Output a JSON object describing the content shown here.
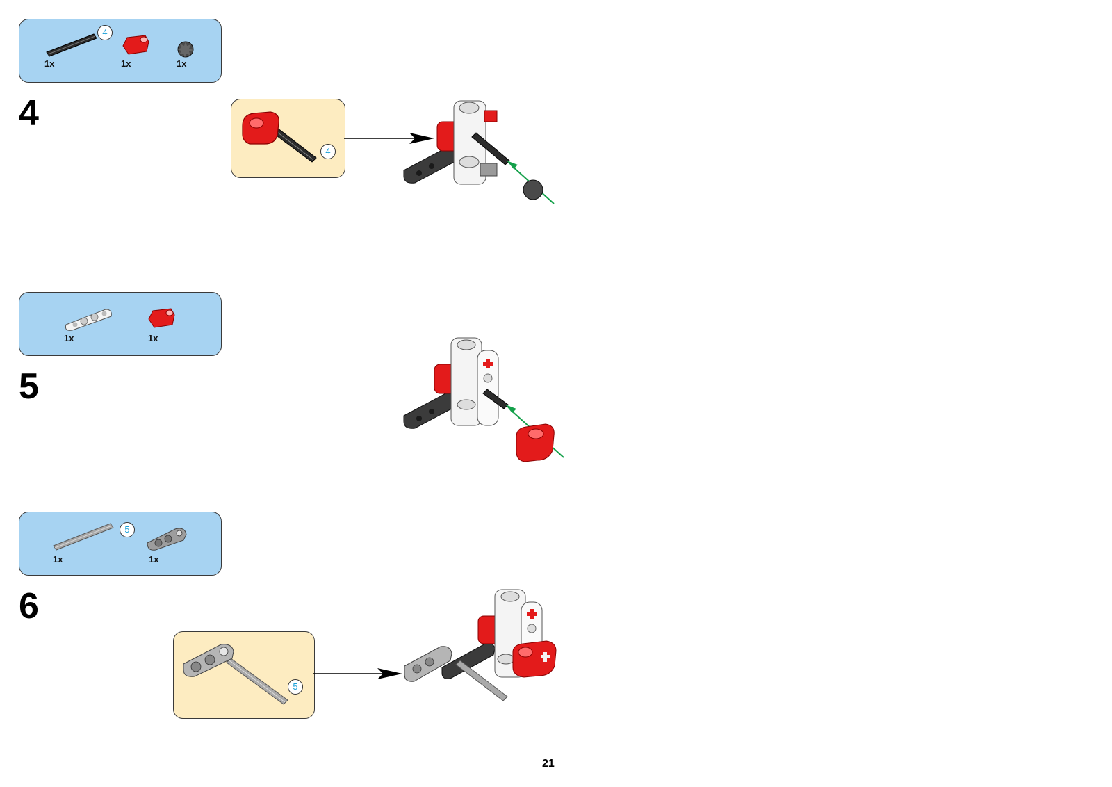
{
  "steps": [
    {
      "number": "4",
      "parts": [
        {
          "name": "black-axle",
          "qty": "1x",
          "length": "4"
        },
        {
          "name": "red-cross-block",
          "qty": "1x"
        },
        {
          "name": "dark-gray-bushing",
          "qty": "1x"
        }
      ],
      "subassembly": {
        "axle_length": "4"
      }
    },
    {
      "number": "5",
      "parts": [
        {
          "name": "white-beam",
          "qty": "1x"
        },
        {
          "name": "red-cross-block",
          "qty": "1x"
        }
      ]
    },
    {
      "number": "6",
      "parts": [
        {
          "name": "gray-axle",
          "qty": "1x",
          "length": "5"
        },
        {
          "name": "gray-cross-block",
          "qty": "1x"
        }
      ],
      "subassembly": {
        "axle_length": "5"
      }
    }
  ],
  "page_number": "21",
  "colors": {
    "parts_box": "#a7d3f2",
    "subassembly_box": "#fdecc1",
    "brick_red": "#e31b1b",
    "dark_gray": "#3b3b3b",
    "light_gray": "#a9a9a9",
    "arrow_green": "#14a04a",
    "badge_blue": "#1aa0d8"
  }
}
